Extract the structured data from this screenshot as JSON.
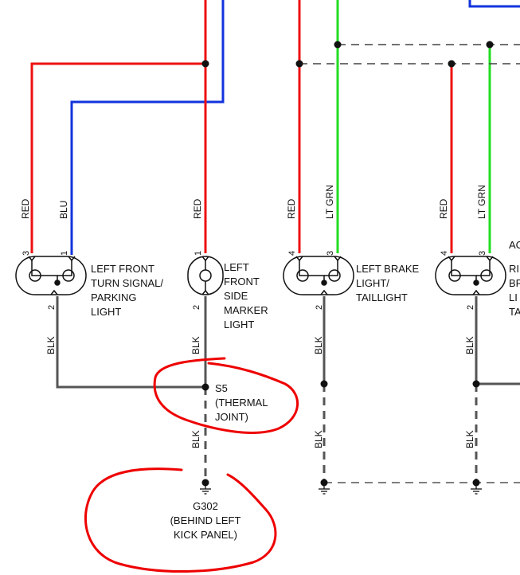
{
  "colors": {
    "red": "#ee1111",
    "blue": "#1133dd",
    "green": "#22dd22",
    "black": "#555555",
    "annotation": "#ee0000"
  },
  "wires": {
    "red": "RED",
    "blu": "BLU",
    "lt_grn": "LT GRN",
    "blk": "BLK"
  },
  "pins": {
    "p1": "1",
    "p2": "2",
    "p3": "3",
    "p4": "4"
  },
  "components": {
    "turn_signal": [
      "LEFT FRONT",
      "TURN SIGNAL/",
      "PARKING",
      "LIGHT"
    ],
    "side_marker": [
      "LEFT",
      "FRONT",
      "SIDE",
      "MARKER",
      "LIGHT"
    ],
    "brake_light": [
      "LEFT BRAKE",
      "LIGHT/",
      "TAILLIGHT"
    ],
    "right_partial": [
      "AC",
      "RI",
      "BR",
      "LI",
      "TA"
    ]
  },
  "splice": {
    "id": "S5",
    "desc": [
      "(THERMAL",
      "JOINT)"
    ]
  },
  "ground": {
    "id": "G302",
    "desc": [
      "(BEHIND LEFT",
      "KICK PANEL)"
    ]
  }
}
